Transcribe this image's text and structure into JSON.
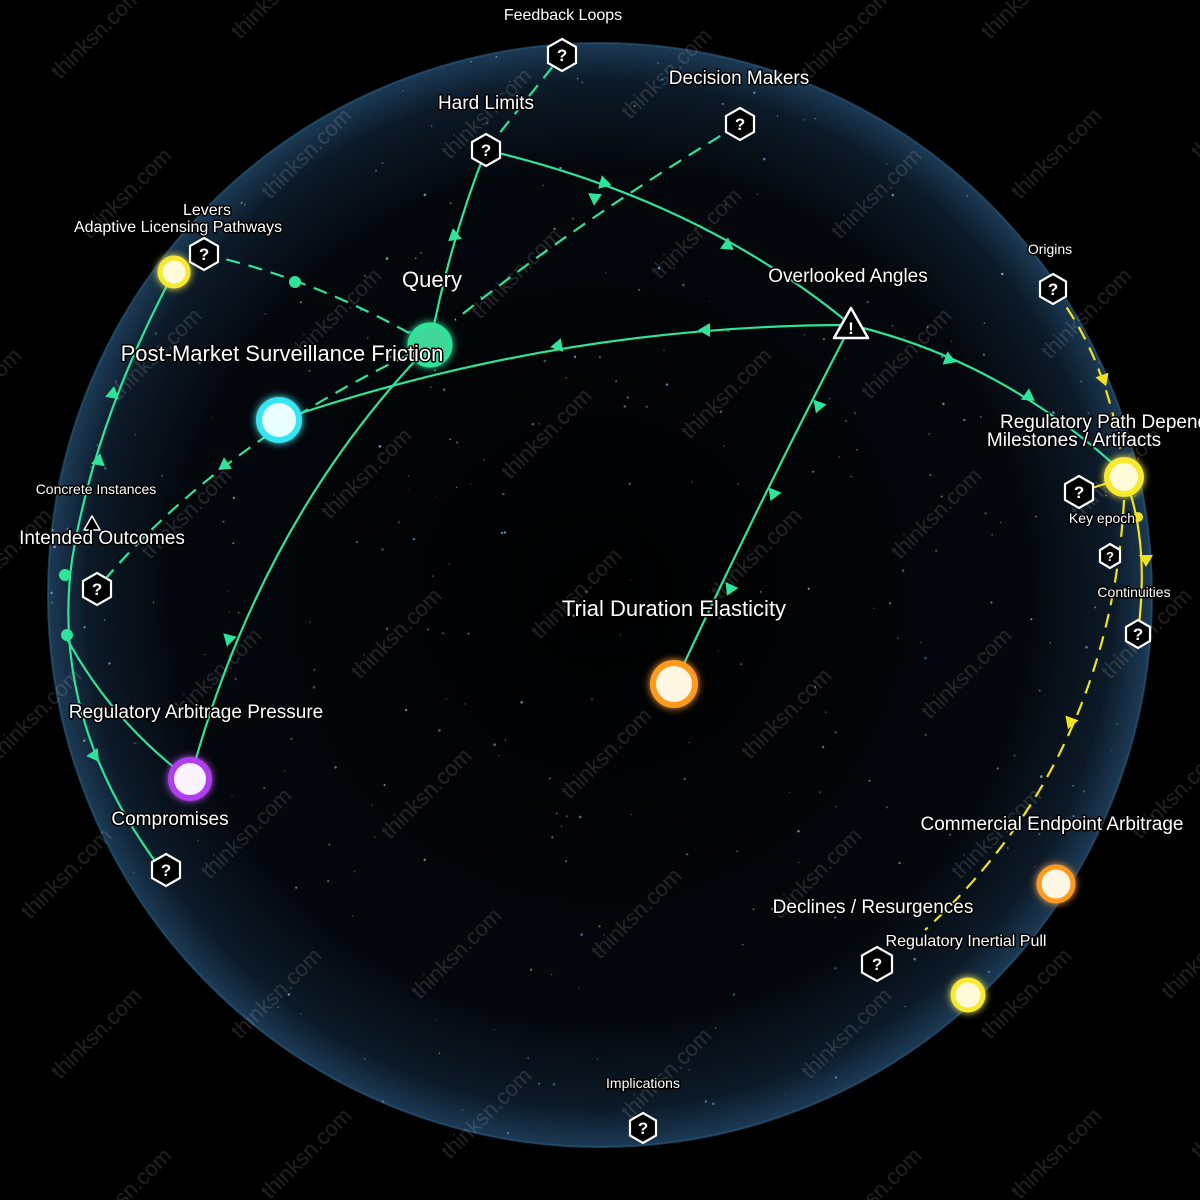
{
  "labels": {
    "feedback_loops": "Feedback Loops",
    "decision_makers": "Decision Makers",
    "hard_limits": "Hard Limits",
    "levers": "Levers",
    "adaptive_licensing": "Adaptive Licensing Pathways",
    "query": "Query",
    "overlooked_angles": "Overlooked Angles",
    "origins": "Origins",
    "post_market": "Post-Market Surveillance Friction",
    "regulatory_path": "Regulatory Path Depend",
    "milestones": "Milestones / Artifacts",
    "key_epoch": "Key epoch",
    "concrete_instances": "Concrete Instances",
    "intended_outcomes": "Intended Outcomes",
    "continuities": "Continuities",
    "trial_duration": "Trial Duration Elasticity",
    "regulatory_arbitrage": "Regulatory Arbitrage Pressure",
    "compromises": "Compromises",
    "commercial_endpoint": "Commercial Endpoint Arbitrage",
    "declines": "Declines / Resurgences",
    "inertial_pull": "Regulatory Inertial Pull",
    "implications": "Implications"
  },
  "icons": {
    "question": "?",
    "warning": "!"
  },
  "watermark": "thinksn.com",
  "colors": {
    "background": "#000000",
    "sphere": "#0b1420",
    "sphere_edge": "#2c5f86",
    "edge_green": "#2fe39a",
    "edge_yellow": "#f2e21c",
    "node_yellow": "#f7ea2e",
    "node_cyan": "#36e6f2",
    "node_orange": "#ff9a1c",
    "node_purple": "#b13cf0",
    "node_query": "#2fe39a"
  }
}
